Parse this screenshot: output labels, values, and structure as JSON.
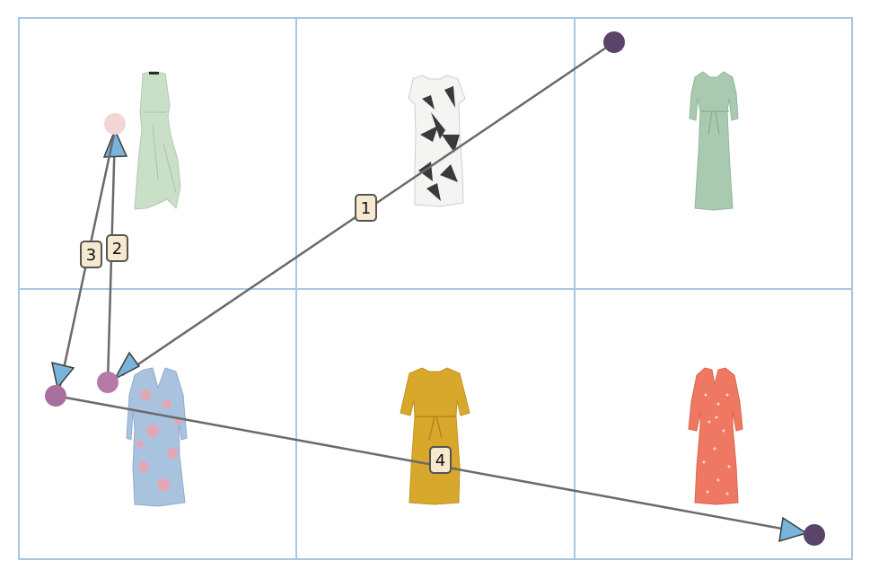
{
  "grid": {
    "rows": 2,
    "cols": 3,
    "line_color": "#a7c7e2"
  },
  "cells": [
    {
      "product": "sage-green-sleeveless-ruffle-dress",
      "colors": [
        "#c6dcc6",
        "#b0cbb2"
      ]
    },
    {
      "product": "white-palm-print-tshirt-dress",
      "colors": [
        "#f2f2f0",
        "#3b3b3b"
      ]
    },
    {
      "product": "mint-green-maxi-tie-waist-dress",
      "colors": [
        "#a8c9b0",
        "#94b89e"
      ]
    },
    {
      "product": "blue-floral-wrap-dress",
      "colors": [
        "#a8c2de",
        "#e3a7b4"
      ]
    },
    {
      "product": "mustard-yellow-tie-waist-dress",
      "colors": [
        "#d7a72a",
        "#c79720"
      ]
    },
    {
      "product": "coral-dotted-v-neck-maxi-dress",
      "colors": [
        "#ee7760",
        "#f8c6b4"
      ]
    }
  ],
  "path": {
    "line_color": "#6a6a6a",
    "arrow_color": "#7ab3dc",
    "steps": [
      {
        "label": "1",
        "from_cell": 2,
        "to_cell": 3
      },
      {
        "label": "2",
        "from_cell": 3,
        "to_cell": 0
      },
      {
        "label": "3",
        "from_cell": 0,
        "to_cell": 3
      },
      {
        "label": "4",
        "from_cell": 3,
        "to_cell": 5
      }
    ]
  },
  "markers": [
    {
      "name": "start-marker",
      "color": "#5a4468"
    },
    {
      "name": "cell-marker",
      "color": "#f2d5d4"
    },
    {
      "name": "cell-marker",
      "color": "#b57aa8"
    },
    {
      "name": "cell-marker",
      "color": "#a86e9e"
    },
    {
      "name": "end-marker",
      "color": "#5a4468"
    }
  ]
}
